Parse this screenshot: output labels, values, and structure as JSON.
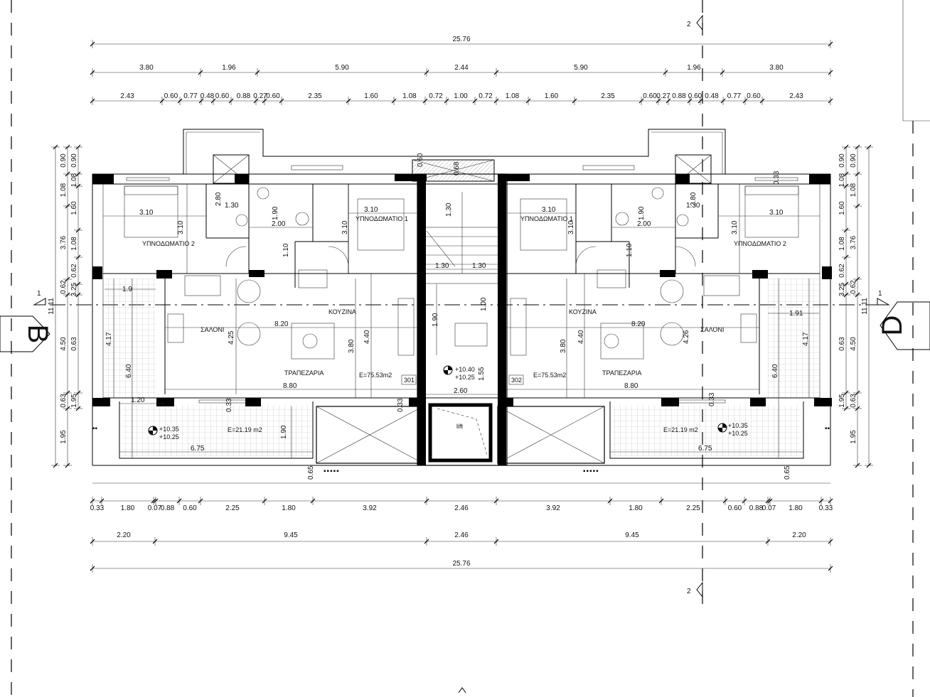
{
  "grid_labels": {
    "left": "B",
    "right": "D",
    "section_1": "1",
    "section_2": "2"
  },
  "dims": {
    "overall": "25.76",
    "row1": [
      "3.80",
      "1.96",
      "5.90",
      "2.44",
      "5.90",
      "1.96",
      "3.80"
    ],
    "row2": [
      "2.43",
      "0.60",
      "0.77",
      "0.48",
      "0.60",
      "0.88",
      "0.27",
      "0.60",
      "2.35",
      "1.60",
      "1.08",
      "0.72",
      "1.00",
      "0.72",
      "1.08",
      "1.60",
      "2.35",
      "0.60",
      "0.27",
      "0.88",
      "0.60",
      "0.48",
      "0.77",
      "0.60",
      "2.43"
    ],
    "bottom1": [
      "0.33",
      "1.80",
      "0.07",
      "0.88",
      "0.60",
      "2.25",
      "1.80",
      "3.92",
      "2.46",
      "3.92",
      "1.80",
      "2.25",
      "0.60",
      "0.88",
      "0.07",
      "1.80",
      "0.33"
    ],
    "bottom2": [
      "2.20",
      "9.45",
      "2.46",
      "9.45",
      "2.20"
    ],
    "left_outer": "11.11",
    "left_mid": [
      "0.90",
      "1.08",
      "3.76",
      "0.62",
      "4.50",
      "0.63",
      "1.95"
    ],
    "left_inner": [
      "0.90",
      "1.08",
      "1.60",
      "1.08",
      "0.62",
      "3.25",
      "0.63",
      "1.95"
    ],
    "right_outer": "11.11",
    "right_mid": [
      "0.90",
      "1.08",
      "3.76",
      "0.62",
      "4.50",
      "0.63",
      "1.95"
    ],
    "right_inner": [
      "0.90",
      "1.08",
      "1.60",
      "1.08",
      "0.62",
      "3.25",
      "0.63",
      "1.95"
    ]
  },
  "rooms": {
    "bedroom2": "ΥΠΝΟΔΩΜΑΤΙΟ 2",
    "bedroom1": "ΥΠΝΟΔΩΜΑΤΙΟ 1",
    "kitchen": "ΚΟΥΖΙΝΑ",
    "living": "ΣΑΛΟΝΙ",
    "dining": "ΤΡΑΠΕΖΑΡΙΑ",
    "lift": "lift",
    "apt_left": "301",
    "apt_right": "302",
    "area_apt": "E=75.53m2",
    "area_balcony": "E=21.19 m2"
  },
  "levels": {
    "stair_top": "+10.40",
    "stair_bottom": "+10.25",
    "balcony_top": "+10.35",
    "balcony_bottom": "+10.25"
  },
  "inner_dims": {
    "bed_w": "3.10",
    "bed_h": "3.10",
    "bath_h1": "2.80",
    "bath_w1": "1.30",
    "bath_h2": "1.90",
    "corr_w": "2.00",
    "corr_h": "1.10",
    "stair_h": "1.30",
    "stair_w": "1.30",
    "lift_h": "1.00",
    "land_h": "1.90",
    "land_w": "2.60",
    "land_h2": "1.55",
    "top_68": "0.68",
    "top_60": "0.60",
    "top_33": "0.33",
    "living_w": "8.20",
    "living_h": "4.25",
    "dining_w": "8.80",
    "kitchen_h1": "3.80",
    "kitchen_h2": "4.40",
    "terr_h": "4.17",
    "terr_h2": "6.40",
    "terr_w": "1.9",
    "terr_w_r": "1.91",
    "bal_w": "1.20",
    "bal_h": "1.90",
    "bal_w2": "6.75",
    "bal_65": "0.65",
    "bal_33": "0.33",
    "stair_corner": "4.26"
  }
}
